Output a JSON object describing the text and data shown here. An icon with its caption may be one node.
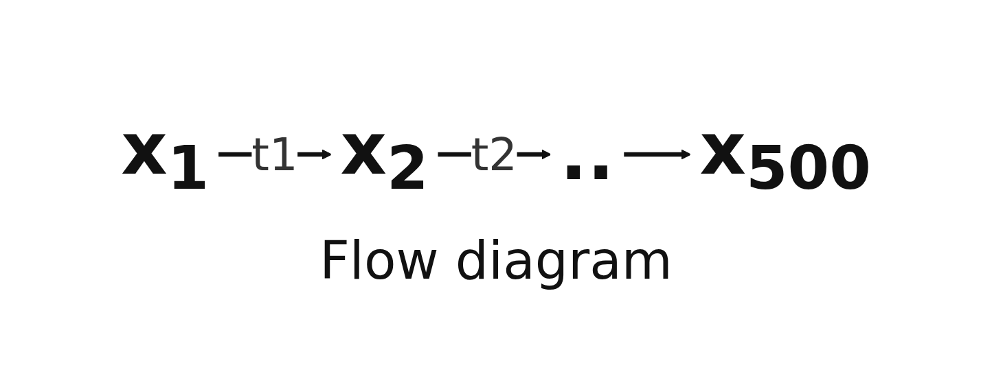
{
  "diagram": {
    "caption": "Flow diagram",
    "nodes": [
      {
        "text": [
          "x$_{1}$"
        ]
      },
      {
        "text": [
          "x$_{2}$"
        ]
      },
      {
        "text": [
          ".."
        ]
      },
      {
        "text": [
          "x$_{500}$"
        ]
      }
    ],
    "edges": [
      {
        "from": 0,
        "to": 1,
        "arrow": "to",
        "label": "t1"
      },
      {
        "from": 1,
        "to": 2,
        "arrow": "to",
        "label": "t2"
      },
      {
        "from": 2,
        "to": 3,
        "arrow": "to"
      }
    ]
  }
}
